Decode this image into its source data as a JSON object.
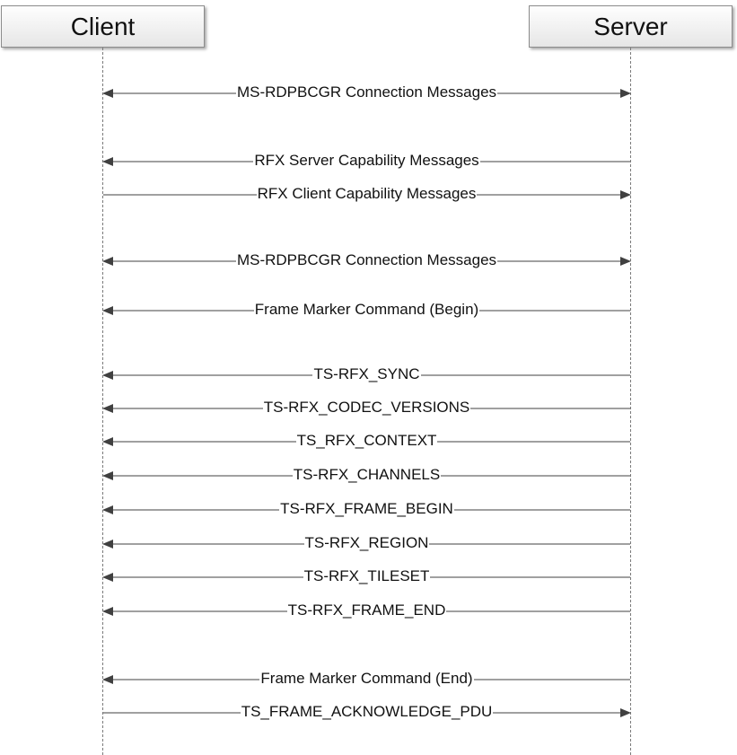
{
  "participants": {
    "client": "Client",
    "server": "Server"
  },
  "messages": [
    {
      "label": "MS-RDPBCGR Connection Messages",
      "direction": "both"
    },
    {
      "label": "RFX Server Capability Messages",
      "direction": "server-to-client"
    },
    {
      "label": "RFX Client Capability Messages",
      "direction": "client-to-server"
    },
    {
      "label": "MS-RDPBCGR Connection Messages",
      "direction": "both"
    },
    {
      "label": "Frame Marker Command (Begin)",
      "direction": "server-to-client"
    },
    {
      "label": "TS-RFX_SYNC",
      "direction": "server-to-client"
    },
    {
      "label": "TS-RFX_CODEC_VERSIONS",
      "direction": "server-to-client"
    },
    {
      "label": "TS_RFX_CONTEXT",
      "direction": "server-to-client"
    },
    {
      "label": "TS-RFX_CHANNELS",
      "direction": "server-to-client"
    },
    {
      "label": "TS-RFX_FRAME_BEGIN",
      "direction": "server-to-client"
    },
    {
      "label": "TS-RFX_REGION",
      "direction": "server-to-client"
    },
    {
      "label": "TS-RFX_TILESET",
      "direction": "server-to-client"
    },
    {
      "label": "TS-RFX_FRAME_END",
      "direction": "server-to-client"
    },
    {
      "label": "Frame Marker Command (End)",
      "direction": "server-to-client"
    },
    {
      "label": "TS_FRAME_ACKNOWLEDGE_PDU",
      "direction": "client-to-server"
    }
  ]
}
